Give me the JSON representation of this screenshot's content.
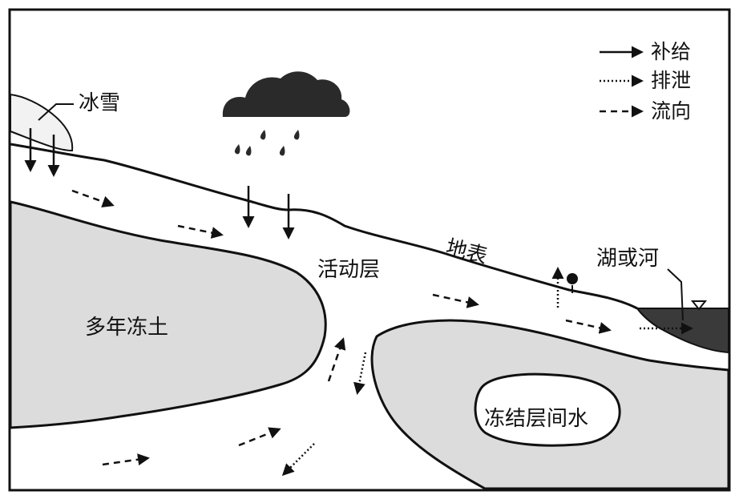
{
  "labels": {
    "ice_snow": "冰雪",
    "permafrost": "多年冻土",
    "active_layer": "活动层",
    "ground_surface": "地表",
    "lake_or_river": "湖或河",
    "intrapermafrost_water": "冻结层间水"
  },
  "legend": {
    "recharge": "补给",
    "discharge": "排泄",
    "flow_direction": "流向"
  }
}
